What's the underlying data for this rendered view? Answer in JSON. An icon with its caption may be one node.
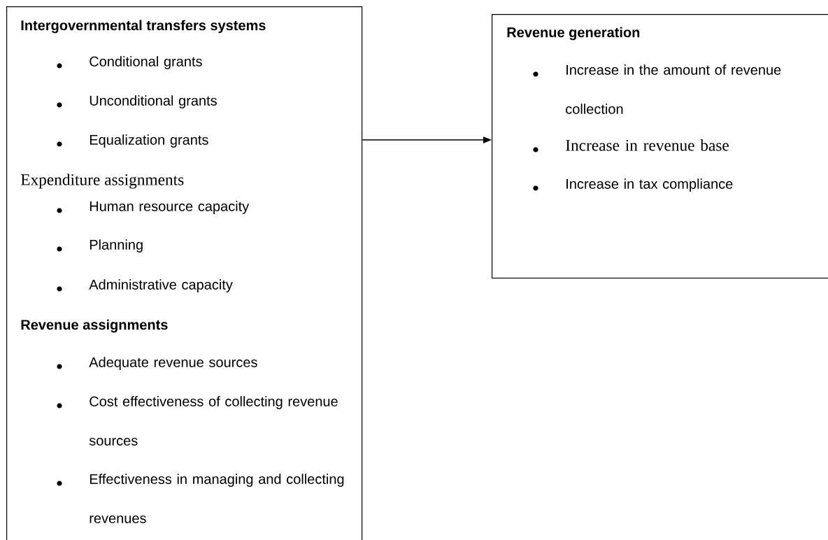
{
  "diagram": {
    "nodes": [
      {
        "text": [
          "Intergovernmental transfers systems",
          "Conditional grants",
          "Unconditional grants",
          "Equalization grants",
          "Expenditure assignments",
          "Human resource capacity",
          "Planning",
          "Administrative capacity",
          "Revenue assignments",
          "Adequate revenue sources",
          "Cost effectiveness of collecting revenue sources",
          "Effectiveness in managing and collecting revenues"
        ]
      },
      {
        "text": [
          "Revenue generation",
          "Increase in the amount of revenue collection",
          "Increase in revenue base",
          "Increase in tax compliance"
        ]
      }
    ],
    "edges": [
      {
        "from": 0,
        "to": 1,
        "arrow": "to"
      }
    ]
  }
}
